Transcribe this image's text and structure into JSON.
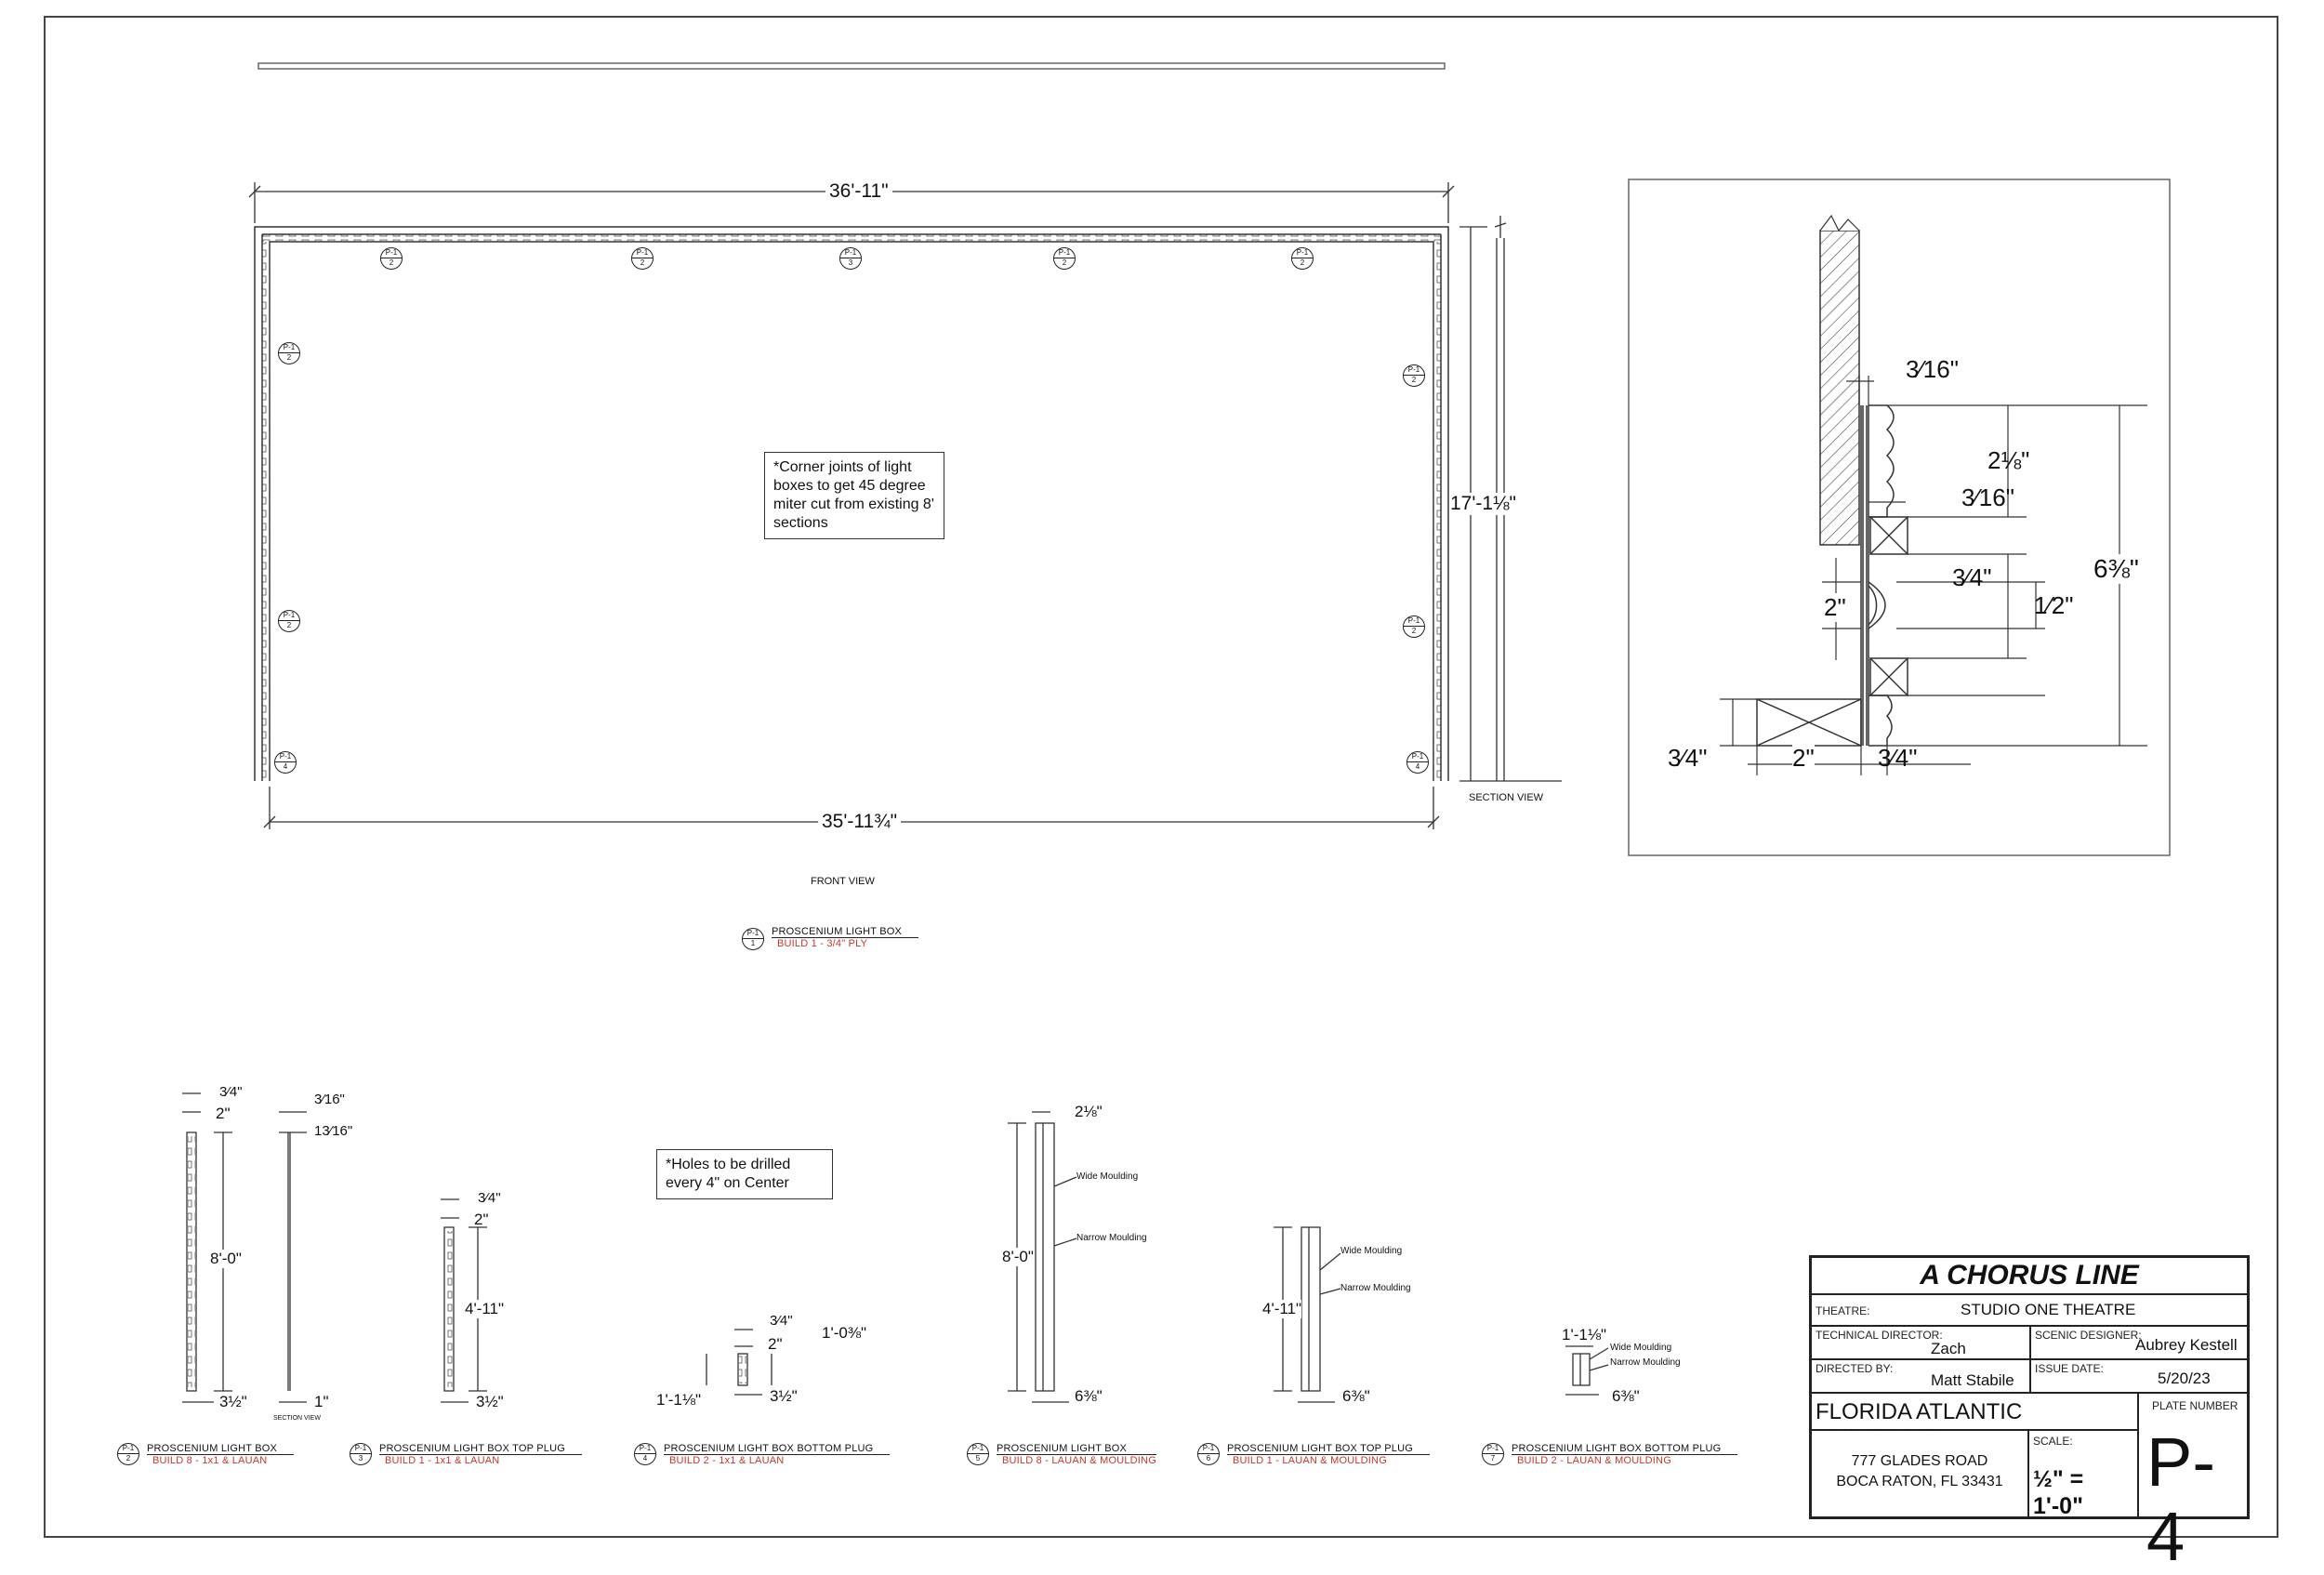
{
  "front_view": {
    "label": "FRONT VIEW",
    "width_top": "36'-11\"",
    "width_bottom": "35'-11¾\"",
    "height": "17'-1⅛\"",
    "note": "*Corner joints of light boxes to get 45 degree miter cut from existing 8' sections",
    "section_label": "SECTION VIEW",
    "tags": [
      {
        "top": "P-1",
        "bot": "2"
      },
      {
        "top": "P-1",
        "bot": "2"
      },
      {
        "top": "P-1",
        "bot": "3"
      },
      {
        "top": "P-1",
        "bot": "2"
      },
      {
        "top": "P-1",
        "bot": "2"
      },
      {
        "top": "P-1",
        "bot": "2"
      },
      {
        "top": "P-1",
        "bot": "2"
      },
      {
        "top": "P-1",
        "bot": "2"
      },
      {
        "top": "P-1",
        "bot": "2"
      },
      {
        "top": "P-1",
        "bot": "4"
      },
      {
        "top": "P-1",
        "bot": "4"
      }
    ]
  },
  "detail_section": {
    "dims": [
      "3⁄16\"",
      "2⅛\"",
      "3⁄16\"",
      "3⁄4\"",
      "2\"",
      "1⁄2\"",
      "6⅜\"",
      "3⁄4\"",
      "2\"",
      "3⁄4\""
    ]
  },
  "keys": [
    {
      "num": "1",
      "title": "PROSCENIUM LIGHT BOX",
      "build": "BUILD 1 - 3/4\" PLY"
    },
    {
      "num": "2",
      "title": "PROSCENIUM LIGHT BOX",
      "build": "BUILD 8 - 1x1 & LAUAN"
    },
    {
      "num": "3",
      "title": "PROSCENIUM LIGHT BOX TOP PLUG",
      "build": "BUILD 1 - 1x1 & LAUAN"
    },
    {
      "num": "4",
      "title": "PROSCENIUM LIGHT BOX BOTTOM PLUG",
      "build": "BUILD 2 - 1x1 & LAUAN"
    },
    {
      "num": "5",
      "title": "PROSCENIUM LIGHT BOX",
      "build": "BUILD 8 - LAUAN & MOULDING"
    },
    {
      "num": "6",
      "title": "PROSCENIUM LIGHT BOX TOP PLUG",
      "build": "BUILD 1 - LAUAN & MOULDING"
    },
    {
      "num": "7",
      "title": "PROSCENIUM LIGHT BOX BOTTOM PLUG",
      "build": "BUILD 2 - LAUAN & MOULDING"
    }
  ],
  "tag_prefix": "P-1",
  "parts": {
    "p2": {
      "top": "3⁄4\"",
      "w": "2\"",
      "h": "8'-0\"",
      "bottom": "3½\"",
      "sec_top": "3⁄16\"",
      "sec_mid": "13⁄16\"",
      "sec_bot": "1\"",
      "sec_label": "SECTION VIEW"
    },
    "p3": {
      "top": "3⁄4\"",
      "w": "2\"",
      "h": "4'-11\"",
      "bottom": "3½\""
    },
    "p4": {
      "note": "*Holes to be drilled every 4\" on Center",
      "top": "3⁄4\"",
      "w": "2\"",
      "h": "1'-0⅜\"",
      "left": "1'-1⅛\"",
      "bottom": "3½\""
    },
    "p5": {
      "top": "2⅛\"",
      "h": "8'-0\"",
      "bottom": "6⅜\"",
      "wide": "Wide Moulding",
      "narrow": "Narrow Moulding"
    },
    "p6": {
      "h": "4'-11\"",
      "bottom": "6⅜\"",
      "wide": "Wide Moulding",
      "narrow": "Narrow Moulding"
    },
    "p7": {
      "top": "1'-1⅛\"",
      "bottom": "6⅜\"",
      "wide": "Wide Moulding",
      "narrow": "Narrow Moulding"
    }
  },
  "title_block": {
    "show": "A CHORUS LINE",
    "theatre_label": "THEATRE:",
    "theatre": "STUDIO ONE THEATRE",
    "td_label": "TECHNICAL DIRECTOR:",
    "td": "Zach Pitchman",
    "sd_label": "SCENIC DESIGNER:",
    "sd": "Aubrey Kestell",
    "dir_label": "DIRECTED BY:",
    "dir": "Matt Stabile",
    "issue_label": "ISSUE DATE:",
    "issue": "5/20/23",
    "school": "FLORIDA ATLANTIC UNIVERSITY",
    "plate_label": "PLATE NUMBER",
    "address1": "777 GLADES ROAD",
    "address2": "BOCA RATON, FL 33431",
    "scale_label": "SCALE:",
    "scale": "½\" = 1'-0\"",
    "plate": "P-4"
  }
}
